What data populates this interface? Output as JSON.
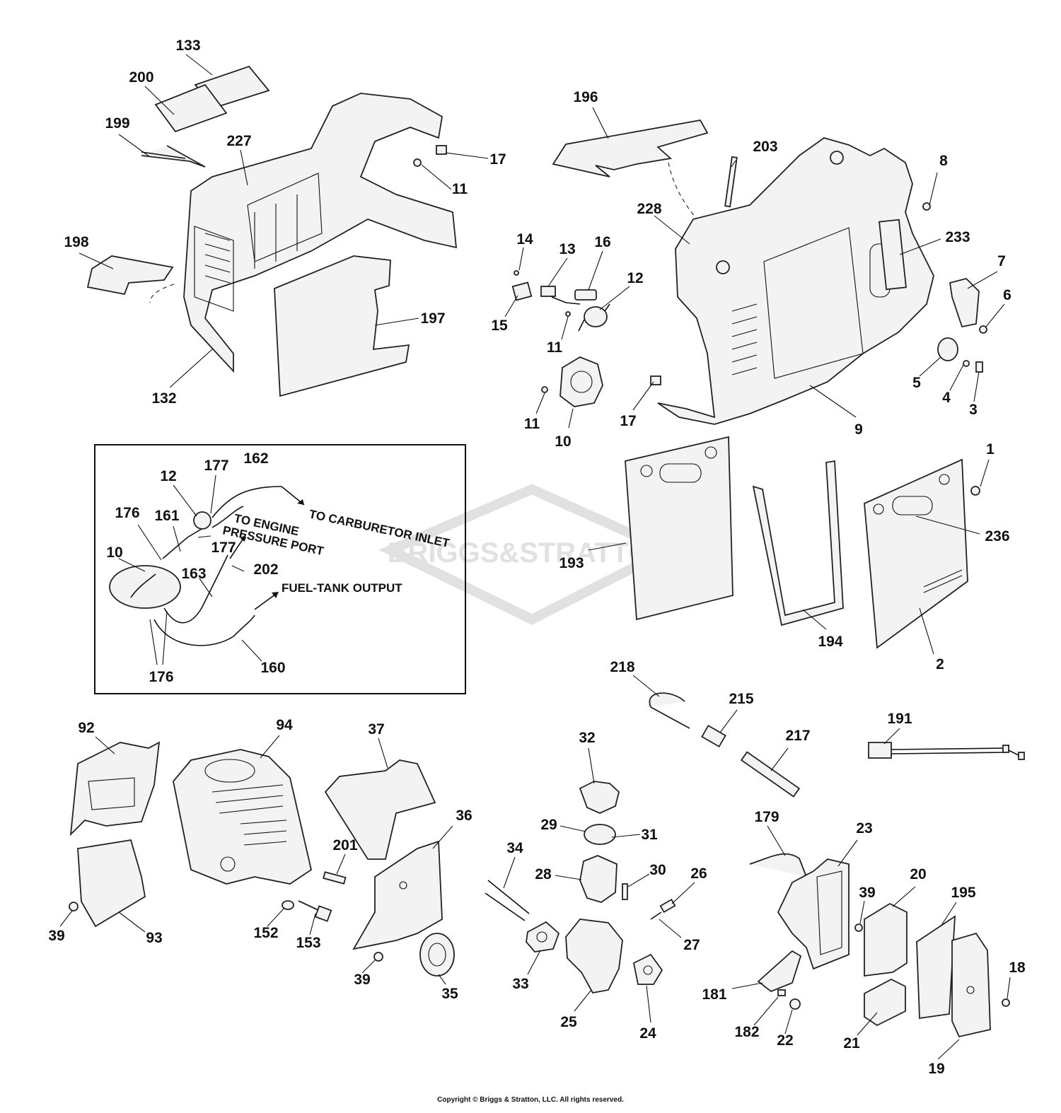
{
  "watermark": "BRIGGS&STRATTON",
  "copyright": "Copyright © Briggs & Stratton, LLC. All rights reserved.",
  "inset_callouts": {
    "carburetor_inlet": "TO CARBURETOR INLET",
    "engine_port_line1": "TO ENGINE",
    "engine_port_line2": "PRESSURE PORT",
    "fuel_tank": "FUEL-TANK OUTPUT"
  },
  "labels": {
    "l133": "133",
    "l200": "200",
    "l199": "199",
    "l227": "227",
    "l17a": "17",
    "l11a": "11",
    "l198": "198",
    "l197": "197",
    "l132": "132",
    "l196": "196",
    "l203": "203",
    "l8": "8",
    "l228": "228",
    "l233": "233",
    "l14": "14",
    "l13": "13",
    "l16": "16",
    "l12a": "12",
    "l15": "15",
    "l11b": "11",
    "l7": "7",
    "l6": "6",
    "l5": "5",
    "l4": "4",
    "l3": "3",
    "l11c": "11",
    "l10a": "10",
    "l17b": "17",
    "l9": "9",
    "l177a": "177",
    "l162": "162",
    "l12b": "12",
    "l176a": "176",
    "l161": "161",
    "l177b": "177",
    "l10b": "10",
    "l163": "163",
    "l202": "202",
    "l160": "160",
    "l176b": "176",
    "l1": "1",
    "l236": "236",
    "l193": "193",
    "l194": "194",
    "l2": "2",
    "l218": "218",
    "l215": "215",
    "l217": "217",
    "l191": "191",
    "l92": "92",
    "l94": "94",
    "l37": "37",
    "l36": "36",
    "l39a": "39",
    "l93": "93",
    "l201": "201",
    "l152": "152",
    "l153": "153",
    "l39b": "39",
    "l35": "35",
    "l32": "32",
    "l29": "29",
    "l31": "31",
    "l34": "34",
    "l28": "28",
    "l30": "30",
    "l26": "26",
    "l27": "27",
    "l33": "33",
    "l25": "25",
    "l24": "24",
    "l179": "179",
    "l23": "23",
    "l39c": "39",
    "l20": "20",
    "l195": "195",
    "l181": "181",
    "l182": "182",
    "l22": "22",
    "l21": "21",
    "l19": "19",
    "l18": "18"
  }
}
